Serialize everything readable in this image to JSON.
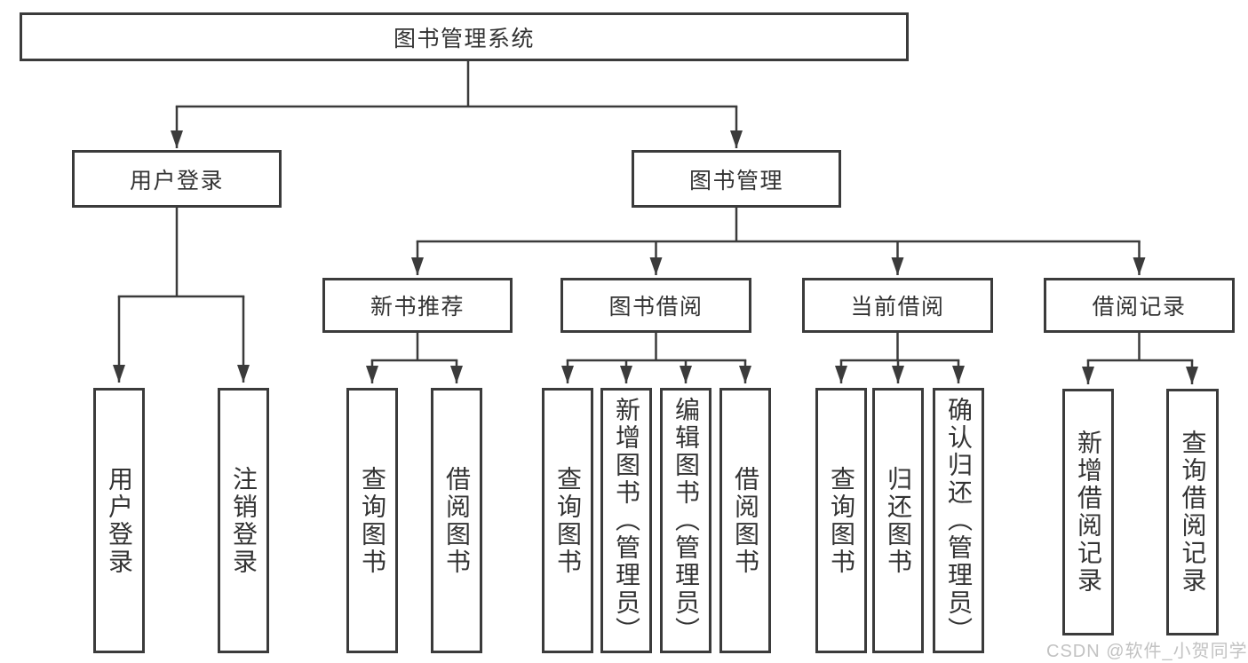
{
  "diagram": {
    "root": {
      "label": "图书管理系统"
    },
    "level2": [
      {
        "label": "用户登录"
      },
      {
        "label": "图书管理"
      }
    ],
    "level3": [
      {
        "label": "新书推荐"
      },
      {
        "label": "图书借阅"
      },
      {
        "label": "当前借阅"
      },
      {
        "label": "借阅记录"
      }
    ],
    "leaves": [
      {
        "label": "用户登录",
        "parent": "用户登录"
      },
      {
        "label": "注销登录",
        "parent": "用户登录"
      },
      {
        "label": "查询图书",
        "parent": "新书推荐"
      },
      {
        "label": "借阅图书",
        "parent": "新书推荐"
      },
      {
        "label": "查询图书",
        "parent": "图书借阅"
      },
      {
        "label": "新增图书（管理员）",
        "parent": "图书借阅"
      },
      {
        "label": "编辑图书（管理员）",
        "parent": "图书借阅"
      },
      {
        "label": "借阅图书",
        "parent": "图书借阅"
      },
      {
        "label": "查询图书",
        "parent": "当前借阅"
      },
      {
        "label": "归还图书",
        "parent": "当前借阅"
      },
      {
        "label": "确认归还（管理员）",
        "parent": "当前借阅"
      },
      {
        "label": "新增借阅记录",
        "parent": "借阅记录"
      },
      {
        "label": "查询借阅记录",
        "parent": "借阅记录"
      }
    ]
  },
  "watermark": {
    "text": "CSDN @软件_小贺同学"
  },
  "colors": {
    "background": "#ffffff",
    "box_border": "#3b3b3b",
    "line": "#3b3b3b",
    "text": "#333333",
    "watermark": "#c2c2c2"
  }
}
